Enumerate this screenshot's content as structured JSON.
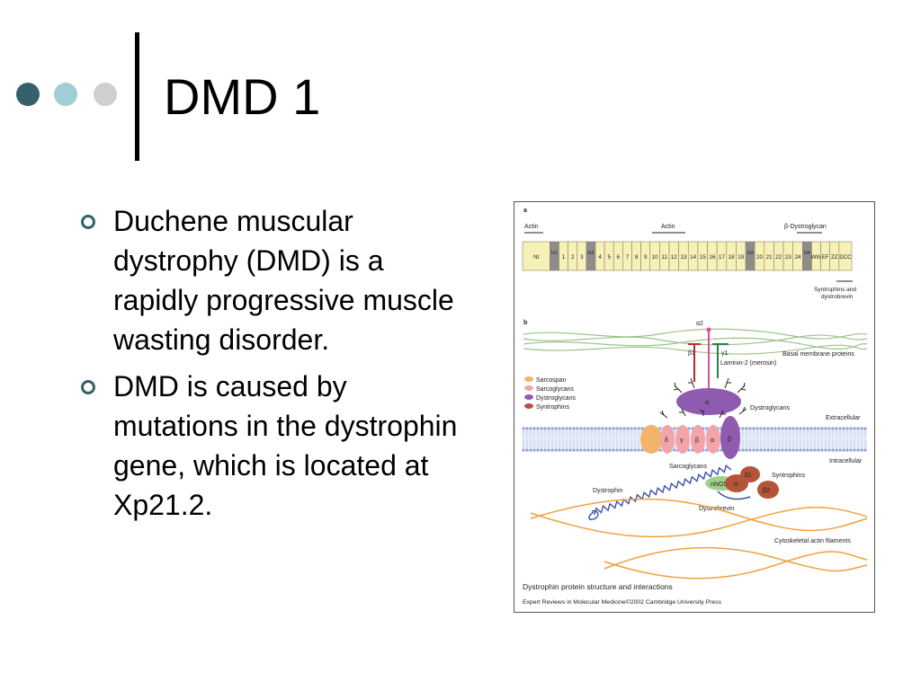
{
  "slide": {
    "title": "DMD 1",
    "bullets": [
      "Duchene muscular dystrophy (DMD) is a rapidly progressive muscle wasting disorder.",
      "DMD is caused by mutations in the dystrophin gene, which is located at Xp21.2."
    ]
  },
  "figure": {
    "panel_a": "a",
    "panel_b": "b",
    "domain_labels": {
      "actin_1": "Actin",
      "actin_2": "Actin",
      "beta_dystroglycan": "β-Dystroglycan",
      "syntrophins_dystrobrevin_1": "Syntrophins and",
      "syntrophins_dystrobrevin_2": "dystrobrevin"
    },
    "domains": [
      "Nt",
      "H1",
      "1",
      "2",
      "3",
      "H2",
      "4",
      "5",
      "6",
      "7",
      "8",
      "9",
      "10",
      "11",
      "12",
      "13",
      "14",
      "15",
      "16",
      "17",
      "18",
      "19",
      "H3",
      "20",
      "21",
      "22",
      "23",
      "24",
      "H4",
      "WW",
      "EF",
      "ZZ",
      "DCC"
    ],
    "labels": {
      "alpha2": "α2",
      "beta1": "β1",
      "gamma1": "γ1",
      "laminin": "Laminin-2 (merosin)",
      "basal": "Basal membrane proteins",
      "dystroglycans": "Dystroglycans",
      "extracellular": "Extracellular",
      "intracellular": "Intracellular",
      "sarcoglycans": "Sarcoglycans",
      "syntrophins": "Syntrophins",
      "dystrophin": "Dystrophin",
      "nnos": "nNOS",
      "dystrobrevin": "Dystrobrevin",
      "cytoskeletal": "Cytoskeletal actin filaments",
      "alpha": "α",
      "beta": "β",
      "delta": "δ",
      "gamma": "γ",
      "syn_beta1": "β1",
      "syn_beta2": "β2",
      "syn_alpha": "α"
    },
    "legend": [
      {
        "label": "Sarcospan",
        "color": "#f2b46b"
      },
      {
        "label": "Sarcoglycans",
        "color": "#f2a4a8"
      },
      {
        "label": "Dystroglycans",
        "color": "#8e5bb0"
      },
      {
        "label": "Syntrophins",
        "color": "#b4553a"
      }
    ],
    "caption": "Dystrophin protein structure and interactions",
    "credit": "Expert Reviews in Molecular Medicine©2002 Cambridge University Press"
  },
  "colors": {
    "accent_dark": "#35626a",
    "accent_light": "#9fcfd4",
    "accent_grey": "#cfcfcf",
    "domain_fill": "#f7f0b8",
    "hinge_fill": "#8c8c8c"
  }
}
